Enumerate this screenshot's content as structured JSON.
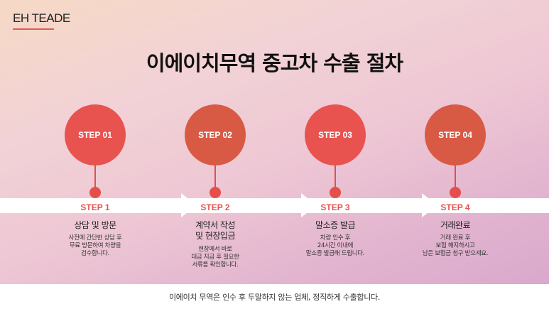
{
  "brand": "EH TEADE",
  "title": "이에이치무역 중고차 수출 절차",
  "steps": [
    {
      "badge": "STEP 01",
      "label": "STEP 1",
      "name_lines": [
        "상담 및 방문"
      ],
      "desc_lines": [
        "사전에 간단한 상담 후",
        "무료 방문하여 차량을",
        "검수합니다."
      ],
      "color": "#e85350"
    },
    {
      "badge": "STEP 02",
      "label": "STEP 2",
      "name_lines": [
        "계약서 작성",
        "및 현장입금"
      ],
      "desc_lines": [
        "현장에서 바로",
        "대금 지급 후 필요한",
        "서류를 확인합니다."
      ],
      "color": "#d85a45"
    },
    {
      "badge": "STEP 03",
      "label": "STEP 3",
      "name_lines": [
        "말소증 발급"
      ],
      "desc_lines": [
        "차량 인수 후",
        "24시간 이내에",
        "말소증 발급해 드립니다."
      ],
      "color": "#e85350"
    },
    {
      "badge": "STEP 04",
      "label": "STEP 4",
      "name_lines": [
        "거래완료"
      ],
      "desc_lines": [
        "거래 완료 후",
        "보험 해지하시고",
        "남은 보험금 청구 받으세요."
      ],
      "color": "#d85a45"
    }
  ],
  "footer": "이에이치 무역은 인수 후 두말하지 않는 업체, 정직하게 수출합니다."
}
